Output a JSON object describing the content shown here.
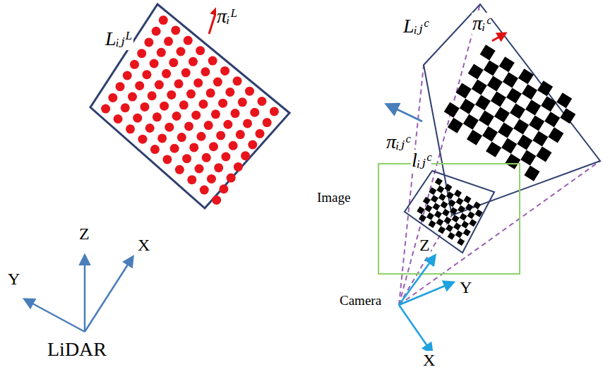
{
  "diagram": {
    "labels": [
      "Lᵢⱼᴸ",
      "πᵢᴸ",
      "Z",
      "Y",
      "X",
      "LiDAR",
      "Lᵢⱼᶜ",
      "πᵢᶜ",
      "πᵢⱼᶜ",
      "lᵢⱼᶜ",
      "Image",
      "Z",
      "Y",
      "X",
      "Camera"
    ]
  }
}
